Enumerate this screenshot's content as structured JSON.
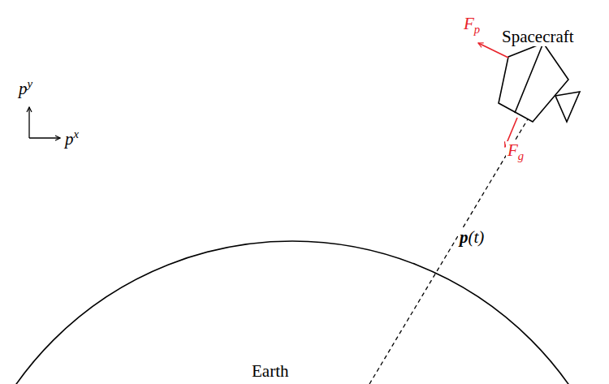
{
  "diagram": {
    "labels": [
      "Spacecraft",
      "Fp",
      "Fg",
      "p(t)",
      "Earth",
      "py",
      "px"
    ]
  }
}
